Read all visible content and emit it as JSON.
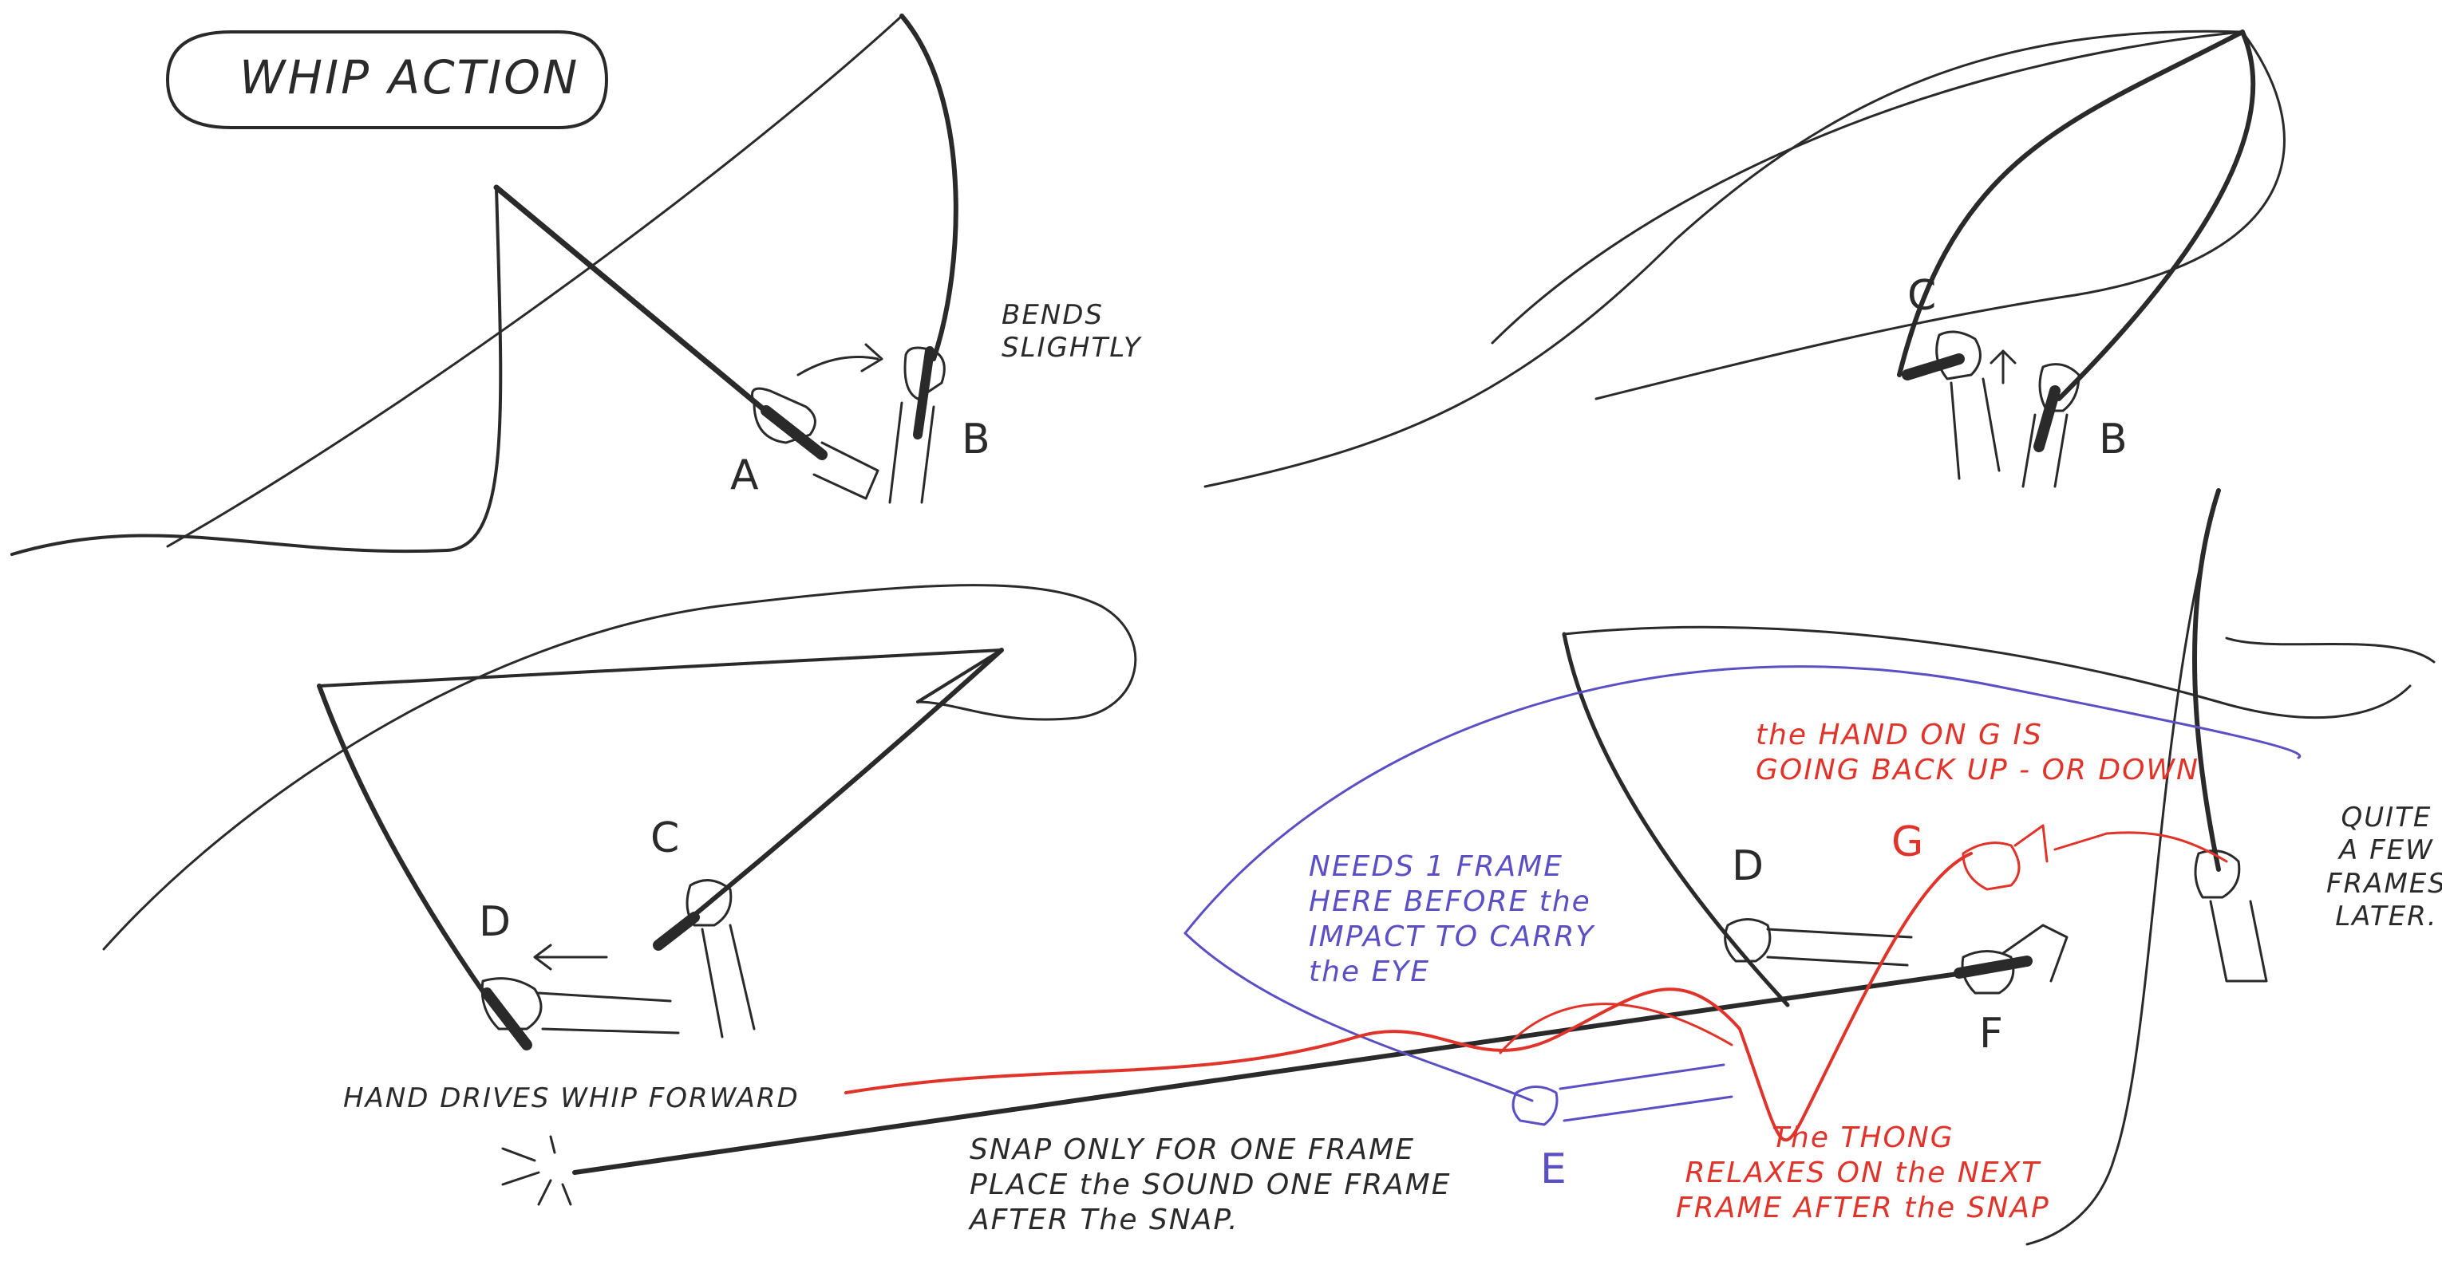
{
  "title": "WHIP ACTION",
  "labels": {
    "a": "A",
    "b_top_left": "B",
    "c_top_right": "C",
    "b_top_right": "B",
    "c_mid_left": "C",
    "d_mid_left": "D",
    "d_right": "D",
    "e": "E",
    "f": "F",
    "g": "G"
  },
  "notes": {
    "bends_slightly": "BENDS\nSLIGHTLY",
    "hand_drives": "HAND DRIVES WHIP FORWARD",
    "snap": "SNAP ONLY FOR ONE FRAME\nPLACE the SOUND ONE FRAME\nAFTER The SNAP.",
    "needs_frame": "NEEDS 1 FRAME\nHERE BEFORE the\nIMPACT TO CARRY\nthe EYE",
    "hand_on_g": "the HAND ON G IS\nGOING BACK UP - OR DOWN",
    "thong_relaxes": "The THONG\nRELAXES ON the NEXT\nFRAME AFTER the SNAP",
    "quite_few": "QUITE\nA FEW\nFRAMES\nLATER."
  },
  "colors": {
    "ink": "#2a2a2a",
    "red_annotation": "#e0342a",
    "blue_annotation": "#5a4fc4"
  }
}
